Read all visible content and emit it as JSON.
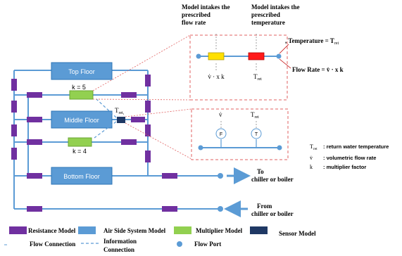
{
  "floors": {
    "top": "Top Floor",
    "middle": "Middle Floor",
    "bottom": "Bottom Floor"
  },
  "multipliers": {
    "upper": "k = 5",
    "lower": "k = 4"
  },
  "sensor_label": "T",
  "sensor_label_sub": "ret,",
  "zoom_flow": {
    "callout_left": "Model intakes the prescribed flow rate",
    "callout_left_lines": [
      "Model intakes the",
      "prescribed",
      "flow rate"
    ],
    "callout_right_lines": [
      "Model intakes the",
      "prescribed",
      "temperature"
    ],
    "label_left": "v̇ · x k",
    "label_right": "T",
    "label_right_sub": "ret",
    "temperature_prefix": ", Temperature = T",
    "temperature_sub": "ret",
    "flow_rate_text": "Flow Rate = v̇ · x k"
  },
  "zoom_sensor": {
    "label_left": "v̇",
    "label_right": "T",
    "label_right_sub": "ret",
    "sensor_left": "F",
    "sensor_right": "T"
  },
  "definitions": [
    {
      "symbol": "T",
      "symbol_sub": "ret",
      "text": ": return water temperature"
    },
    {
      "symbol": "v̇",
      "symbol_sub": "",
      "text": ": volumetric flow rate"
    },
    {
      "symbol": "k",
      "symbol_sub": "",
      "text": ": multiplier factor"
    }
  ],
  "flows": {
    "to": [
      "To",
      "chiller or boiler"
    ],
    "from": [
      "From",
      "chiller or boiler"
    ]
  },
  "legend": {
    "resistance": "Resistance Model",
    "air_side": "Air Side System Model",
    "multiplier": "Multiplier Model",
    "sensor": "Sensor Model",
    "flow_connection": "Flow Connection",
    "information_lines": [
      "Information",
      "Connection"
    ],
    "flow_port": "Flow Port"
  },
  "colors": {
    "pipe": "#5b9bd5",
    "resistance": "#7030a0",
    "air_side": "#5b9bd5",
    "multiplier": "#92d050",
    "sensor": "#1f3864",
    "zoom_border": "#e06060",
    "flow_source_yellow": "#ffe000",
    "temp_source_red": "#ff1a1a"
  }
}
